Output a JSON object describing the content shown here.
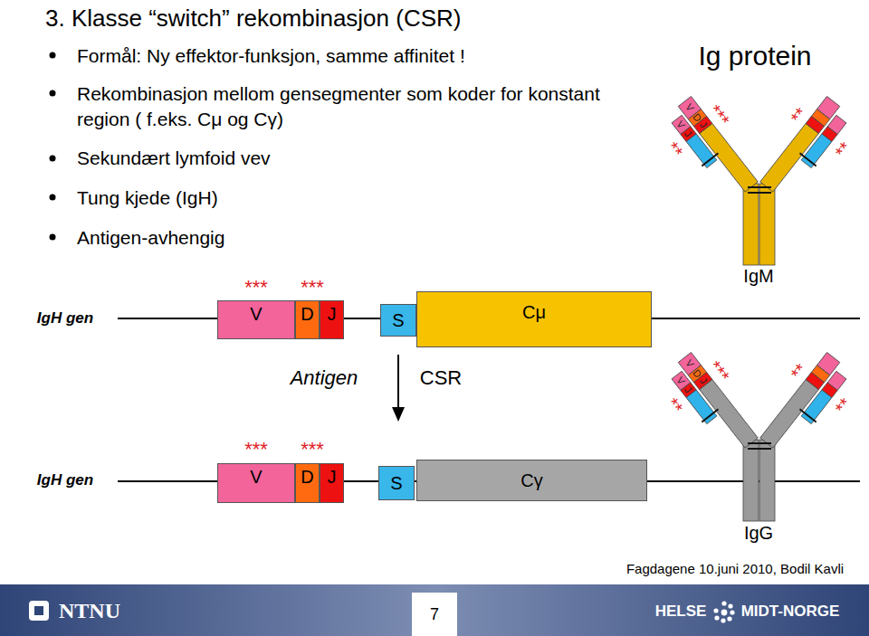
{
  "diagram": {
    "title": "3. Klasse “switch” rekombinasjon (CSR)",
    "nodes": [
      {
        "text": [
          "V"
        ]
      },
      {
        "text": [
          "D"
        ]
      },
      {
        "text": [
          "J"
        ]
      },
      {
        "text": [
          "S"
        ]
      },
      {
        "text": [
          "Cμ"
        ]
      },
      {
        "text": [
          "V"
        ]
      },
      {
        "text": [
          "D"
        ]
      },
      {
        "text": [
          "J"
        ]
      },
      {
        "text": [
          "S"
        ]
      },
      {
        "text": [
          "Cγ"
        ]
      }
    ],
    "labels": [
      "Formål: Ny effektor-funksjon, samme affinitet !",
      "Rekombinasjon mellom gensegmenter som koder for konstant region ( f.eks. Cμ og Cγ)",
      "Sekundært lymfoid vev",
      "Tung kjede (IgH)",
      "Antigen-avhengig",
      "Ig protein",
      "V",
      "D",
      "J",
      "V",
      "J",
      "**",
      "***",
      "**",
      "**",
      "***",
      "***",
      "IgH gen",
      "IgM",
      "Antigen",
      "CSR",
      "V",
      "D",
      "J",
      "V",
      "J",
      "**",
      "***",
      "**",
      "**",
      "***",
      "***",
      "IgH gen",
      "IgG",
      "Fagdagene 10.juni 2010, Bodil Kavli",
      "NTNU",
      "7",
      "HELSE",
      "MIDT-NORGE"
    ]
  }
}
